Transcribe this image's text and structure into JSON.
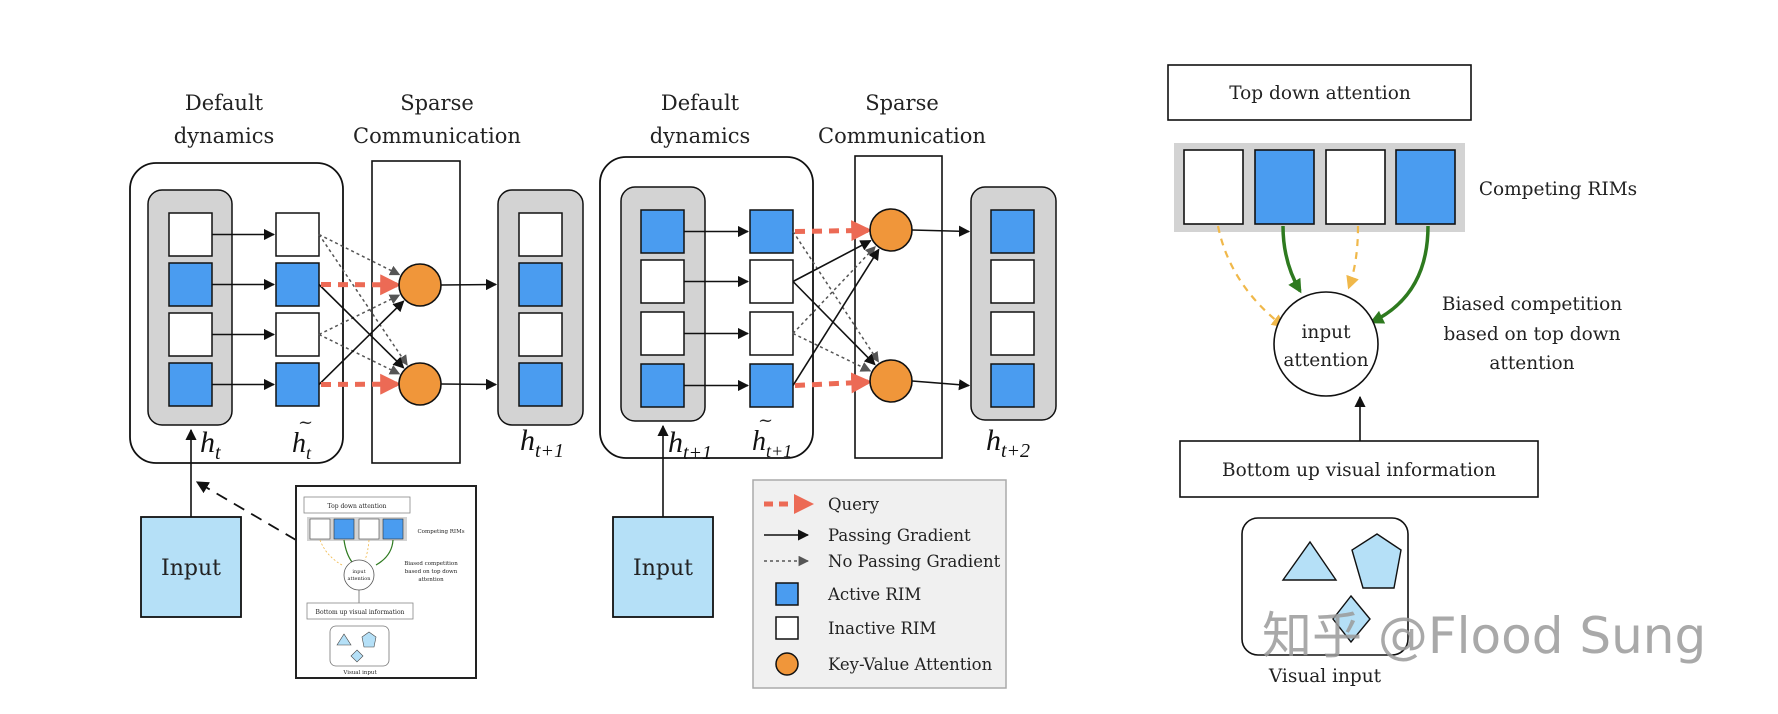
{
  "colors": {
    "active_rim": "#4a9cf0",
    "inactive_rim": "#ffffff",
    "state_bg": "#d3d3d3",
    "kv_attention": "#f0963a",
    "query": "#ec6a55",
    "input_fill": "#b5e0f7",
    "legend_bg": "#f0f0f0",
    "green_arrow": "#2e7a1f",
    "yellow_arrow": "#f0b84a"
  },
  "steps": [
    {
      "dynamics_title": [
        "Default",
        "dynamics"
      ],
      "comm_title": [
        "Sparse",
        "Communication"
      ],
      "state_label": {
        "base": "h",
        "sub": "t"
      },
      "tilde_label": {
        "base": "h",
        "sub": "t"
      },
      "next_label": {
        "base": "h",
        "sub": "t+1"
      },
      "state_active": [
        false,
        true,
        false,
        true
      ],
      "tilde_active": [
        false,
        true,
        false,
        true
      ],
      "next_active": [
        false,
        true,
        false,
        true
      ],
      "input_label": "Input"
    },
    {
      "dynamics_title": [
        "Default",
        "dynamics"
      ],
      "comm_title": [
        "Sparse",
        "Communication"
      ],
      "state_label": {
        "base": "h",
        "sub": "t+1"
      },
      "tilde_label": {
        "base": "h",
        "sub": "t+1"
      },
      "next_label": {
        "base": "h",
        "sub": "t+2"
      },
      "state_active": [
        true,
        false,
        false,
        true
      ],
      "tilde_active": [
        true,
        false,
        false,
        true
      ],
      "next_active": [
        true,
        false,
        false,
        true
      ],
      "input_label": "Input"
    }
  ],
  "legend": {
    "items": [
      {
        "icon": "query-arrow-icon",
        "label": "Query"
      },
      {
        "icon": "solid-arrow-icon",
        "label": "Passing Gradient"
      },
      {
        "icon": "dotted-arrow-icon",
        "label": "No Passing Gradient"
      },
      {
        "icon": "active-rim-icon",
        "label": "Active RIM"
      },
      {
        "icon": "inactive-rim-icon",
        "label": "Inactive RIM"
      },
      {
        "icon": "kv-attention-icon",
        "label": "Key-Value Attention"
      }
    ]
  },
  "inset": {
    "top_label": "Top down attention",
    "competing_label": "Competing RIMs",
    "biased_lines": [
      "Biased competition",
      "based on top down",
      "attention"
    ],
    "circle_lines": [
      "input",
      "attention"
    ],
    "bottom_label": "Bottom up visual information",
    "visual_label": "Visual input"
  },
  "right_panel": {
    "top_label": "Top down attention",
    "rims_active": [
      false,
      true,
      false,
      true
    ],
    "competing_label": "Competing RIMs",
    "biased_lines": [
      "Biased competition",
      "based on top down",
      "attention"
    ],
    "circle_lines": [
      "input",
      "attention"
    ],
    "bottom_label": "Bottom up visual information",
    "visual_label": "Visual input"
  },
  "watermark": "知乎 @Flood Sung"
}
